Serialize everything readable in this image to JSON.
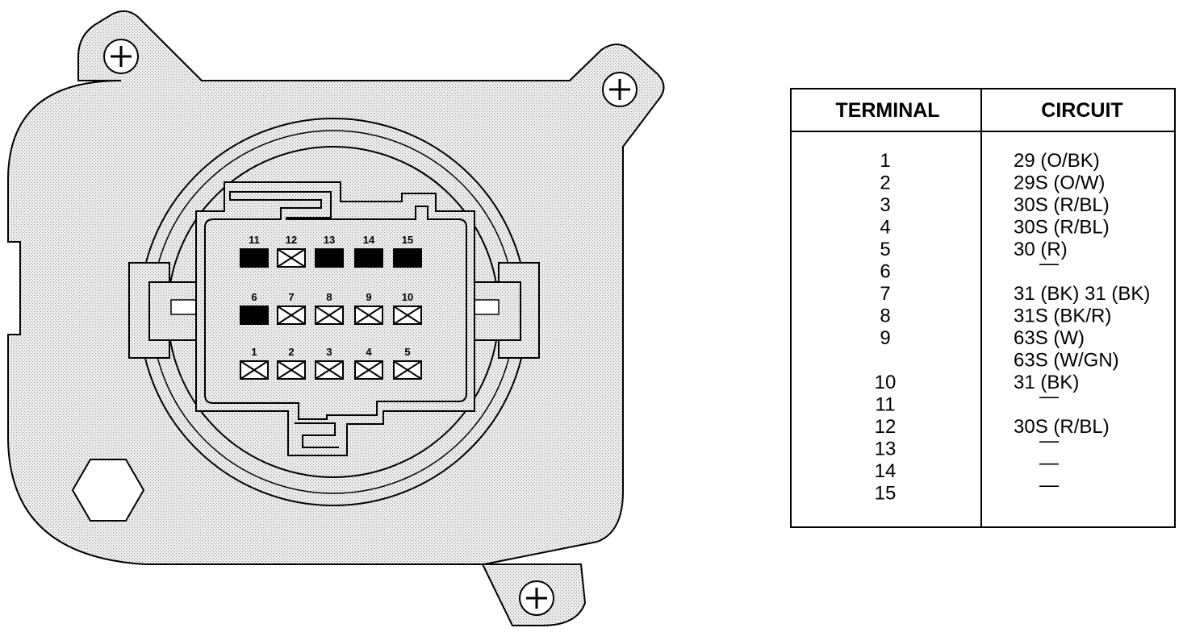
{
  "connector": {
    "pins": [
      {
        "num": "1",
        "type": "x"
      },
      {
        "num": "2",
        "type": "x"
      },
      {
        "num": "3",
        "type": "x"
      },
      {
        "num": "4",
        "type": "x"
      },
      {
        "num": "5",
        "type": "x"
      },
      {
        "num": "6",
        "type": "solid"
      },
      {
        "num": "7",
        "type": "x"
      },
      {
        "num": "8",
        "type": "x"
      },
      {
        "num": "9",
        "type": "x"
      },
      {
        "num": "10",
        "type": "x"
      },
      {
        "num": "11",
        "type": "solid"
      },
      {
        "num": "12",
        "type": "x"
      },
      {
        "num": "13",
        "type": "solid"
      },
      {
        "num": "14",
        "type": "solid"
      },
      {
        "num": "15",
        "type": "solid"
      }
    ]
  },
  "table": {
    "headers": {
      "terminal": "TERMINAL",
      "circuit": "CIRCUIT"
    },
    "rows": [
      {
        "terminal": "1",
        "circuit": "29 (O/BK)"
      },
      {
        "terminal": "2",
        "circuit": "29S (O/W)"
      },
      {
        "terminal": "3",
        "circuit": "30S (R/BL)"
      },
      {
        "terminal": "4",
        "circuit": "30S (R/BL)"
      },
      {
        "terminal": "5",
        "circuit": "30 (R)"
      },
      {
        "terminal": "6",
        "circuit": "—"
      },
      {
        "terminal": "7",
        "circuit": "31 (BK) 31 (BK)"
      },
      {
        "terminal": "8",
        "circuit": "31S (BK/R)"
      },
      {
        "terminal": "9",
        "circuit": "63S (W)"
      },
      {
        "terminal": "",
        "circuit": "63S (W/GN)"
      },
      {
        "terminal": "10",
        "circuit": "31 (BK)"
      },
      {
        "terminal": "11",
        "circuit": "—"
      },
      {
        "terminal": "12",
        "circuit": "30S (R/BL)"
      },
      {
        "terminal": "13",
        "circuit": "—"
      },
      {
        "terminal": "14",
        "circuit": "—"
      },
      {
        "terminal": "15",
        "circuit": "—"
      }
    ]
  },
  "colors": {
    "line": "#000000",
    "housing_fill": "#e3e3e3",
    "background": "#ffffff"
  }
}
